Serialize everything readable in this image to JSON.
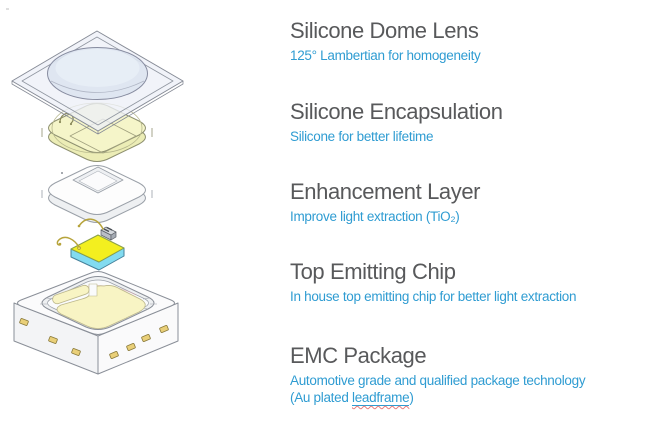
{
  "page": {
    "background": "#ffffff",
    "description": "Exploded isometric diagram of an automotive LED package with five annotated layers"
  },
  "labels": [
    {
      "title": "Silicone Dome Lens",
      "subtitle": "125° Lambertian for homogeneity"
    },
    {
      "title": "Silicone Encapsulation",
      "subtitle": "Silicone for better lifetime"
    },
    {
      "title": "Enhancement Layer",
      "subtitle": "Improve light extraction (TiO₂)"
    },
    {
      "title": "Top Emitting Chip",
      "subtitle": "In house top emitting chip for better light extraction"
    },
    {
      "title": "EMC Package",
      "subtitle": "Automotive grade and qualified package technology",
      "subtitle2_prefix": "(Au plated ",
      "subtitle2_link": "leadframe",
      "subtitle2_suffix": ")"
    }
  ],
  "diagram": {
    "parts": [
      "silicone-dome-lens",
      "silicone-encapsulation",
      "enhancement-layer",
      "top-emitting-chip",
      "emc-package"
    ]
  },
  "colors": {
    "heading_text": "#58595b",
    "subtitle_text": "#2f9cd2",
    "spellcheck_squiggle": "#e87a7a",
    "outline_gray": "#8a8f98",
    "lens_fill": "#dde4f0",
    "encapsulation_yellow": "#f5f5c9",
    "enhancement_white": "#fdfdfd",
    "chip_top_yellow": "#f3ef1f",
    "chip_side_cyan": "#82dbf0",
    "wire_gold": "#b7a43c",
    "cavity_floor_yellow": "#f8f4c4",
    "pad_gold": "#e9cf78"
  }
}
